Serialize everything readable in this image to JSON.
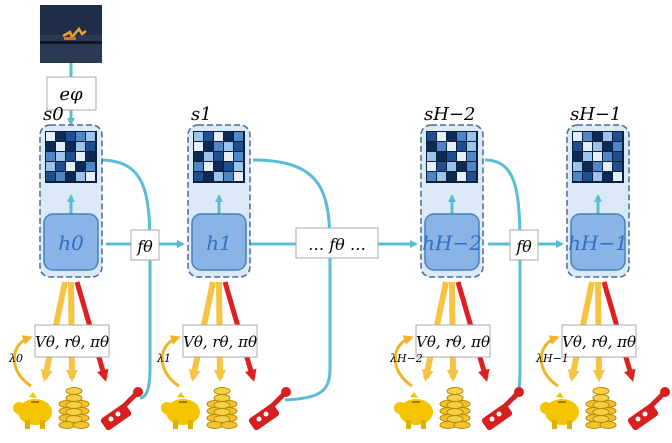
{
  "encoder": {
    "label": "eφ"
  },
  "transition": {
    "label": "fθ",
    "gap_label": "… fθ …"
  },
  "states": [
    {
      "label": "s0",
      "hidden": "h0",
      "heads": "Vθ, rθ, πθ",
      "lambda": "λ0"
    },
    {
      "label": "s1",
      "hidden": "h1",
      "heads": "Vθ, rθ, πθ",
      "lambda": "λ1"
    },
    {
      "label": "sH−2",
      "hidden": "hH−2",
      "heads": "Vθ, rθ, πθ",
      "lambda": "λH−2"
    },
    {
      "label": "sH−1",
      "hidden": "hH−1",
      "heads": "Vθ, rθ, πθ",
      "lambda": "λH−1"
    }
  ],
  "icons": {
    "observation": "game-frame-image",
    "value": "piggy-bank-icon",
    "reward": "coin-stack-icon",
    "policy": "joystick-icon"
  },
  "colors": {
    "connector": "#5bbcd6",
    "box_fill": "#dce9f7",
    "hidden_fill": "#8ab4e6",
    "hidden_text": "#2f6fc4",
    "value_arrow": "#f6c343",
    "policy_arrow": "#e02020",
    "piggy": "#f5c400",
    "joystick": "#d81f1f"
  }
}
